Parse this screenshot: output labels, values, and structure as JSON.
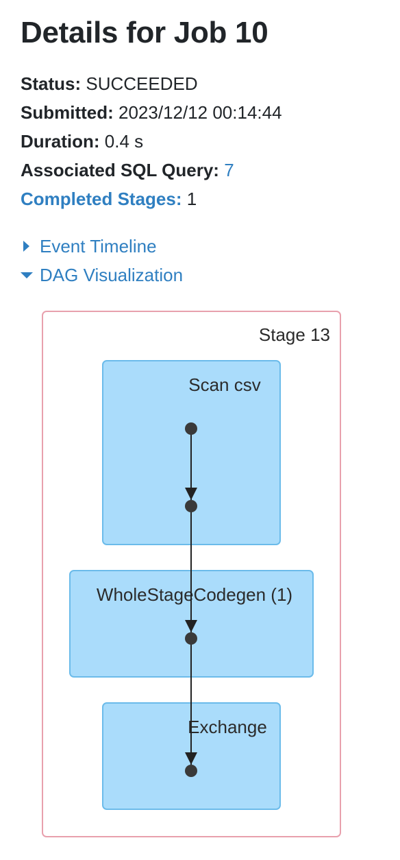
{
  "page": {
    "title": "Details for Job 10"
  },
  "summary": {
    "status_label": "Status:",
    "status_value": "SUCCEEDED",
    "submitted_label": "Submitted:",
    "submitted_value": "2023/12/12 00:14:44",
    "duration_label": "Duration:",
    "duration_value": "0.4 s",
    "sql_label": "Associated SQL Query:",
    "sql_value": "7",
    "stages_label": "Completed Stages:",
    "stages_value": "1"
  },
  "toggles": {
    "event_timeline": "Event Timeline",
    "event_timeline_expanded": false,
    "dag_visualization": "DAG Visualization",
    "dag_visualization_expanded": true
  },
  "dag": {
    "stage_label": "Stage 13",
    "clusters": [
      {
        "label": "Scan csv"
      },
      {
        "label": "WholeStageCodegen (1)"
      },
      {
        "label": "Exchange"
      }
    ]
  },
  "colors": {
    "link": "#2f7fc1",
    "stage_border": "#e8a0ad",
    "cluster_fill": "#aadcfb",
    "cluster_border": "#6bbbea",
    "node": "#3a3a3a"
  }
}
